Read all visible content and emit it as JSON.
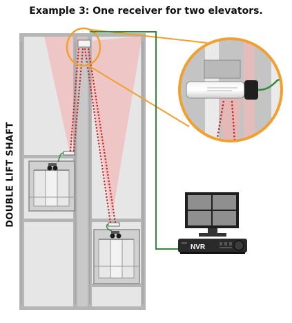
{
  "title": "Example 3: One receiver for two elevators.",
  "side_label": "DOUBLE LIFT SHAFT",
  "nvr_label": "NVR",
  "colors": {
    "cable": "#2e8b3a",
    "signal": "#cc2222",
    "beam": "#f2b8b8",
    "shaft": "#bdbdbd",
    "zoom_ring": "#f0a030",
    "nvr_body": "#2a2a2a"
  },
  "icons": [
    "receiver-icon",
    "camera-icon",
    "monitor-icon",
    "nvr-recorder-icon"
  ]
}
